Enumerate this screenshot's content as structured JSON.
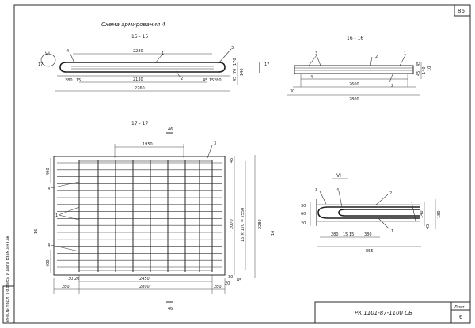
{
  "sheet": {
    "page_number": "86",
    "title": "Схема армирования 4",
    "stamp_code": "РК 1101-87-1100 СБ",
    "sheet_label": "Лист",
    "sheet_number": "6",
    "side_stamp": "Инв.№ подл.  Подпись и дата  Взам.инв.№"
  },
  "view_15": {
    "label": "15 - 15",
    "marker_left": "VI",
    "cut_mark": "17",
    "dims_top": "2280",
    "dims_inner": "2130",
    "dims_total": "2760",
    "small_left": "280",
    "small_mid": "15",
    "small_right": "280",
    "small_r2": "45",
    "small_r3": "15",
    "callouts": [
      "4",
      "1",
      "3",
      "2"
    ],
    "right_dims": [
      "170",
      "70",
      "45",
      "140"
    ]
  },
  "view_16": {
    "label": "16 - 16",
    "dims_inner": "2600",
    "dims_total": "2800",
    "left": "30",
    "callouts": [
      "3",
      "4",
      "2",
      "1",
      "2"
    ],
    "right_dims": [
      "45",
      "140",
      "45",
      "10"
    ]
  },
  "view_17": {
    "label": "17 - 17",
    "top_dim": "1950",
    "callout_3": "3",
    "callout_1": "1",
    "callout_4a": "4",
    "callout_4b": "4",
    "left_400_top": "400",
    "left_400_bot": "400",
    "side_dims": [
      "45",
      "2070",
      "2280",
      "15 × 170 = 2550"
    ],
    "cut_left": "16",
    "cut_right": "16",
    "bottom_dims": [
      "2450",
      "2800",
      "280",
      "280",
      "20",
      "30"
    ],
    "cut_bottom": "46",
    "cut_top": "46",
    "right_small": [
      "20",
      "30",
      "45"
    ]
  },
  "view_vi": {
    "label": "VI",
    "callouts": [
      "3",
      "4",
      "2",
      "1"
    ],
    "dims": [
      "280",
      "15",
      "15",
      "380",
      "855"
    ],
    "left_dims": [
      "30",
      "60",
      "20"
    ],
    "right_dims": [
      "140",
      "180",
      "45"
    ]
  }
}
